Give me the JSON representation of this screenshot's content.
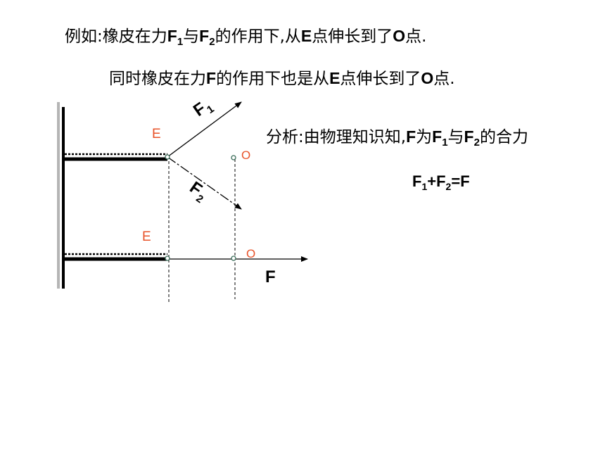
{
  "text": {
    "line1": {
      "a": "例如:橡皮在力",
      "f": "F",
      "s1": "1",
      "b": "与",
      "f2": "F",
      "s2": "2",
      "c": "的作用下,从",
      "e": "E",
      "d": "点伸长到了",
      "o": "O",
      "end": "点."
    },
    "line2": {
      "a": "同时橡皮在力",
      "f": "F",
      "b": "的作用下也是从",
      "e": "E",
      "c": "点伸长到了",
      "o": "O",
      "end": "点."
    },
    "analysis": {
      "a": "分析:由物理知识知,",
      "f": "F",
      "b": "为",
      "f1": "F",
      "s1": "1",
      "c": "与",
      "f2": "F",
      "s2": "2",
      "d": "的合力"
    },
    "formula": {
      "f1": "F",
      "s1": "1",
      "plus": "+F",
      "s2": "2",
      "eq": "=F"
    }
  },
  "diagram": {
    "label_E_top": "E",
    "label_O_top": "O",
    "label_E_bottom": "E",
    "label_O_bottom": "O",
    "force_F1": "F",
    "force_F1_sub": "1",
    "force_F2": "F",
    "force_F2_sub": "2",
    "force_F": "F",
    "accent_color": "#e8532a"
  }
}
